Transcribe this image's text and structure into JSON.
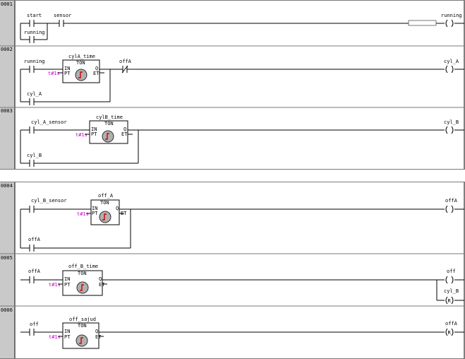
{
  "rungs": [
    {
      "number": "0001",
      "contacts": [
        "start",
        "sensor",
        "running"
      ],
      "coil": "running",
      "coil_symbol": "( )"
    },
    {
      "number": "0002",
      "contacts": [
        "running",
        "offA",
        "cyl_A"
      ],
      "timer": {
        "name": "cylA_time",
        "type": "TON",
        "in": "IN",
        "pt": "PT",
        "q": "Q",
        "et": "ET",
        "preset": "t#1s"
      },
      "coil": "cyl_A",
      "coil_symbol": "( )"
    },
    {
      "number": "0003",
      "contacts": [
        "cyl_A_sensor",
        "cyl_B"
      ],
      "timer": {
        "name": "cylB_time",
        "type": "TON",
        "in": "IN",
        "pt": "PT",
        "q": "Q",
        "et": "ET",
        "preset": "t#1s"
      },
      "coil": "cyl_B",
      "coil_symbol": "( )"
    },
    {
      "number": "0004",
      "contacts": [
        "cyl_B_sensor",
        "offA"
      ],
      "timer": {
        "name": "off_A",
        "type": "TON",
        "in": "IN",
        "pt": "PT",
        "q": "Q",
        "et": "ET",
        "preset": "t#1s"
      },
      "coil": "offA",
      "coil_symbol": "( )"
    },
    {
      "number": "0005",
      "contacts": [
        "offA"
      ],
      "timer": {
        "name": "off_B_time",
        "type": "TON",
        "in": "IN",
        "pt": "PT",
        "q": "Q",
        "et": "ET",
        "preset": "t#1s"
      },
      "coils": [
        "off",
        "cyl_B"
      ],
      "coil_symbols": [
        "( )",
        "(R)"
      ]
    },
    {
      "number": "0006",
      "contacts": [
        "off"
      ],
      "timer": {
        "name": "off_sajud",
        "type": "TON",
        "in": "IN",
        "pt": "PT",
        "q": "Q",
        "et": "ET",
        "preset": "t#1s"
      },
      "coil": "offA",
      "coil_symbol": "(R)"
    }
  ],
  "icons": {
    "contact": "no-contact-icon",
    "nc_contact": "nc-contact-icon",
    "coil": "coil-icon",
    "reset_coil": "reset-coil-icon",
    "timer": "timer-clock-icon"
  },
  "colors": {
    "gutter": "#c9c9c9",
    "preset": "#cc00cc",
    "background": "#ffffff",
    "separator": "#7a7a7a"
  }
}
